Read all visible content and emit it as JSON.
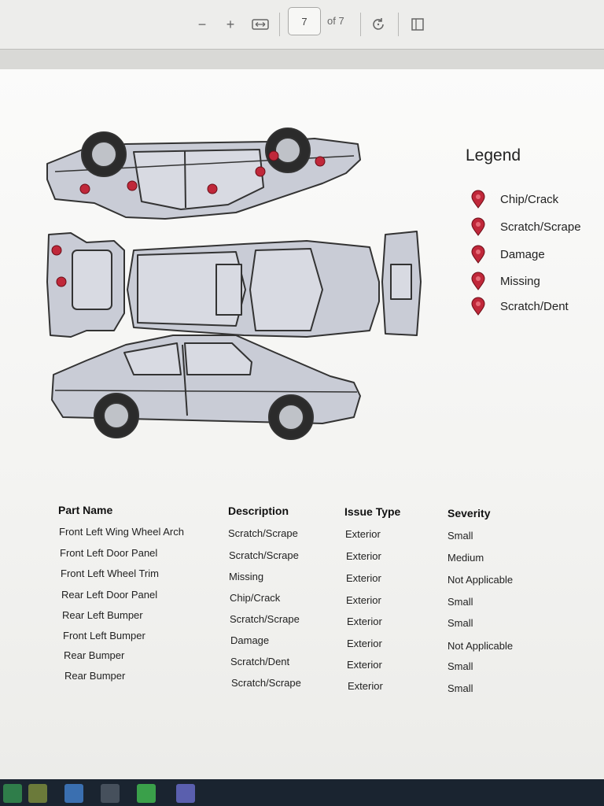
{
  "toolbar": {
    "zoom_out_label": "−",
    "zoom_in_label": "+",
    "page_number": "7",
    "page_of": "of 7"
  },
  "legend": {
    "title": "Legend",
    "items": [
      {
        "label": "Chip/Crack",
        "color": "#c0283a"
      },
      {
        "label": "Scratch/Scrape",
        "color": "#c0283a"
      },
      {
        "label": "Damage",
        "color": "#c0283a"
      },
      {
        "label": "Missing",
        "color": "#c0283a"
      },
      {
        "label": "Scratch/Dent",
        "color": "#c0283a"
      }
    ]
  },
  "table": {
    "headers": [
      "Part Name",
      "Description",
      "Issue Type",
      "Severity"
    ],
    "rows": [
      [
        "Front Left Wing Wheel Arch",
        "Scratch/Scrape",
        "Exterior",
        "Small"
      ],
      [
        "Front Left Door Panel",
        "Scratch/Scrape",
        "Exterior",
        "Medium"
      ],
      [
        "Front Left Wheel Trim",
        "Missing",
        "Exterior",
        "Not Applicable"
      ],
      [
        "Rear Left Door Panel",
        "Chip/Crack",
        "Exterior",
        "Small"
      ],
      [
        "Rear Left Bumper",
        "Scratch/Scrape",
        "Exterior",
        "Small"
      ],
      [
        "Front Left Bumper",
        "Damage",
        "Exterior",
        "Not Applicable"
      ],
      [
        "Rear Bumper",
        "Scratch/Dent",
        "Exterior",
        "Small"
      ],
      [
        "Rear Bumper",
        "Scratch/Scrape",
        "Exterior",
        "Small"
      ]
    ]
  },
  "colors": {
    "pin": "#c0283a",
    "car_fill": "#c9ccd6",
    "car_stroke": "#333333"
  }
}
